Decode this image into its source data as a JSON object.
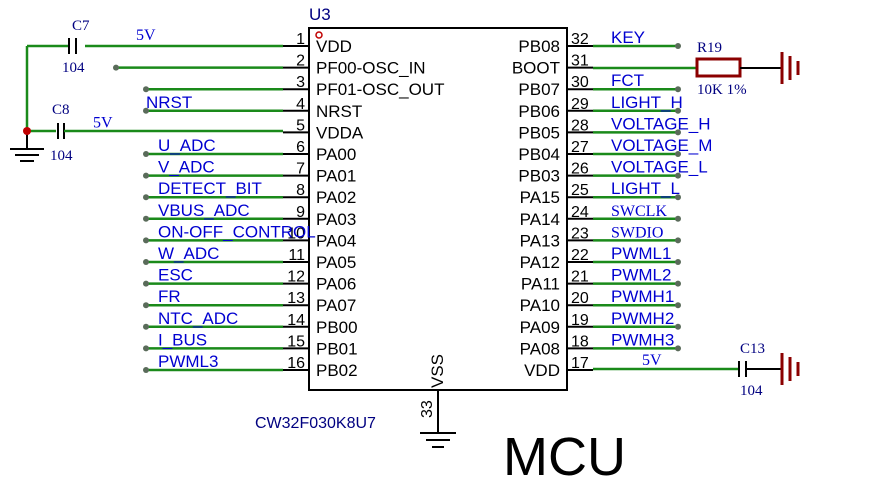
{
  "chip": {
    "ref": "U3",
    "part": "CW32F030K8U7",
    "title": "MCU",
    "left_pins": [
      {
        "num": "1",
        "name": "VDD"
      },
      {
        "num": "2",
        "name": "PF00-OSC_IN"
      },
      {
        "num": "3",
        "name": "PF01-OSC_OUT"
      },
      {
        "num": "4",
        "name": "NRST"
      },
      {
        "num": "5",
        "name": "VDDA"
      },
      {
        "num": "6",
        "name": "PA00"
      },
      {
        "num": "7",
        "name": "PA01"
      },
      {
        "num": "8",
        "name": "PA02"
      },
      {
        "num": "9",
        "name": "PA03"
      },
      {
        "num": "10",
        "name": "PA04"
      },
      {
        "num": "11",
        "name": "PA05"
      },
      {
        "num": "12",
        "name": "PA06"
      },
      {
        "num": "13",
        "name": "PA07"
      },
      {
        "num": "14",
        "name": "PB00"
      },
      {
        "num": "15",
        "name": "PB01"
      },
      {
        "num": "16",
        "name": "PB02"
      }
    ],
    "right_pins": [
      {
        "num": "32",
        "name": "PB08"
      },
      {
        "num": "31",
        "name": "BOOT"
      },
      {
        "num": "30",
        "name": "PB07"
      },
      {
        "num": "29",
        "name": "PB06"
      },
      {
        "num": "28",
        "name": "PB05"
      },
      {
        "num": "27",
        "name": "PB04"
      },
      {
        "num": "26",
        "name": "PB03"
      },
      {
        "num": "25",
        "name": "PA15"
      },
      {
        "num": "24",
        "name": "PA14"
      },
      {
        "num": "23",
        "name": "PA13"
      },
      {
        "num": "22",
        "name": "PA12"
      },
      {
        "num": "21",
        "name": "PA11"
      },
      {
        "num": "20",
        "name": "PA10"
      },
      {
        "num": "19",
        "name": "PA09"
      },
      {
        "num": "18",
        "name": "PA08"
      },
      {
        "num": "17",
        "name": "VDD"
      }
    ],
    "bottom_pin": {
      "num": "33",
      "name": "VSS"
    }
  },
  "nets_left": [
    "5V",
    "",
    "",
    "NRST",
    "5V",
    "U_ADC",
    "V_ADC",
    "DETECT_BIT",
    "VBUS_ADC",
    "ON-OFF_CONTROL",
    "W_ADC",
    "ESC",
    "FR",
    "NTC_ADC",
    "I_BUS",
    "PWML3"
  ],
  "nets_right": [
    "KEY",
    "",
    "FCT",
    "LIGHT_H",
    "VOLTAGE_H",
    "VOLTAGE_M",
    "VOLTAGE_L",
    "LIGHT_L",
    "SWCLK",
    "SWDIO",
    "PWML1",
    "PWML2",
    "PWMH1",
    "PWMH2",
    "PWMH3",
    "5V"
  ],
  "components": {
    "c7": {
      "ref": "C7",
      "value": "104"
    },
    "c8": {
      "ref": "C8",
      "value": "104"
    },
    "c13": {
      "ref": "C13",
      "value": "104"
    },
    "r19": {
      "ref": "R19",
      "value": "10K 1%"
    }
  }
}
